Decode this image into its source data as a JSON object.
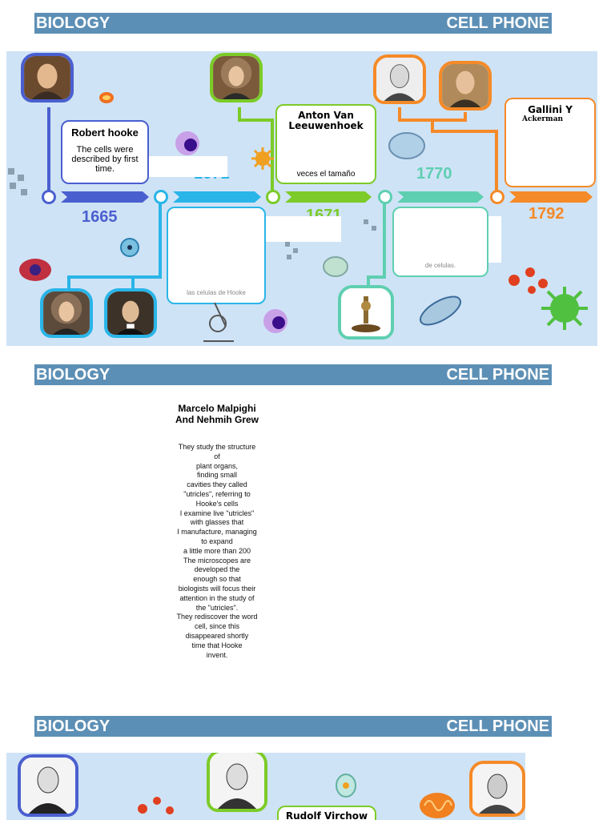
{
  "headers": [
    {
      "left": "BIOLOGY",
      "right": "CELL PHONE"
    },
    {
      "left": "BIOLOGY",
      "right": "CELL PHONE"
    },
    {
      "left": "BIOLOGY",
      "right": "CELL PHONE"
    }
  ],
  "timeline1": {
    "years": [
      "1665",
      "1671",
      "1671",
      "1770",
      "1792"
    ],
    "cards": {
      "hooke": {
        "title": "Robert hooke",
        "body": "The cells were described by first time."
      },
      "leeuwenhoek": {
        "title": "Anton Van Leeuwenhoek",
        "body": "veces el tamaño"
      },
      "gallini": {
        "title": "Gallini Y",
        "subtitle": "Ackerman"
      },
      "bottom_left": {
        "body": "las celulas de Hooke"
      },
      "bottom_right": {
        "body": "de celulas."
      }
    },
    "colors": {
      "blue": "#4a5fcf",
      "cyan": "#29b5e8",
      "green": "#7ccb28",
      "teal": "#5fcfb1",
      "orange": "#f58a28"
    }
  },
  "malpighi": {
    "title": "Marcelo Malpighi And Nehmih Grew",
    "lines": [
      "They study the structure",
      "of",
      "plant organs,",
      "finding small",
      "cavities they called",
      "\"utricles\", referring to",
      "Hooke's cells",
      "I examine live \"utricles\"",
      "with glasses that",
      "I manufacture, managing",
      "to expand",
      "a little more than 200",
      "The microscopes are",
      "developed the",
      "enough so that",
      "biologists will focus their",
      "attention in the study of",
      "the \"utricles\".",
      "They rediscover the word",
      "cell, since this",
      "disappeared shortly",
      "time that Hooke",
      "invent."
    ]
  },
  "timeline2": {
    "card_title": "Rudolf Virchow"
  }
}
